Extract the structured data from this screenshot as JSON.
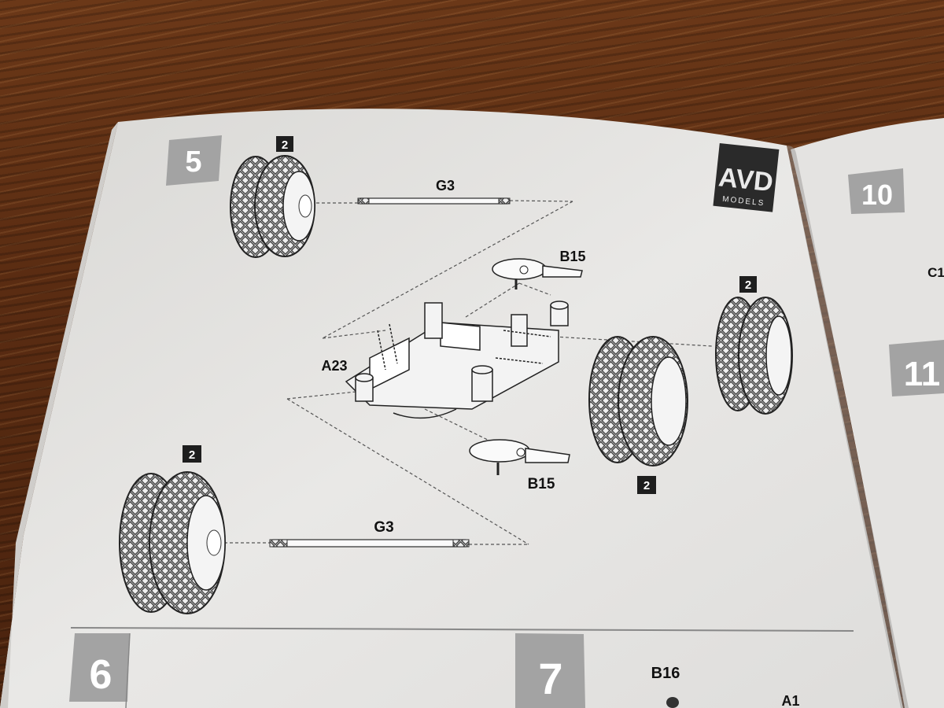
{
  "brand": {
    "name": "AVD",
    "sub": "MODELS"
  },
  "steps": {
    "step5": "5",
    "step6": "6",
    "step7": "7",
    "step10": "10",
    "step11": "11"
  },
  "parts": {
    "g3_top": "G3",
    "g3_bottom": "G3",
    "b15_top": "B15",
    "b15_bottom": "B15",
    "a23": "A23",
    "b16": "B16",
    "a1": "A1",
    "c1_partial": "C1"
  },
  "quantities": {
    "top_left": "2",
    "bottom_left": "2",
    "right_far": "2",
    "right_near": "2"
  },
  "colors": {
    "page": "#e7e6e4",
    "step_box": "#a3a3a3",
    "badge": "#1e1e1e",
    "ink": "#222222"
  }
}
